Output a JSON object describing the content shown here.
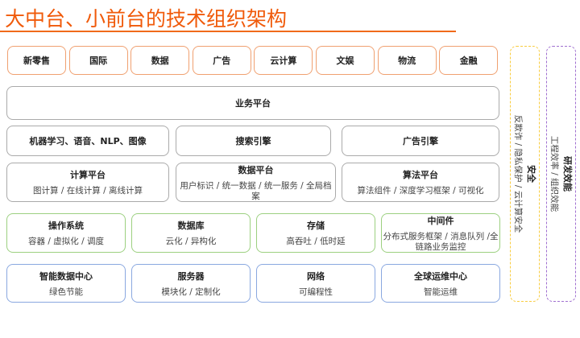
{
  "title": "大中台、小前台的技术组织架构",
  "front": [
    "新零售",
    "国际",
    "数据",
    "广告",
    "云计算",
    "文娱",
    "物流",
    "金融"
  ],
  "business": "业务平台",
  "engines": [
    "机器学习、语音、NLP、图像",
    "搜索引擎",
    "广告引擎"
  ],
  "platforms": [
    {
      "title": "计算平台",
      "sub": "图计算 / 在线计算 / 离线计算"
    },
    {
      "title": "数据平台",
      "sub": "用户标识 / 统一数据 / 统一服务 / 全局档案"
    },
    {
      "title": "算法平台",
      "sub": "算法组件 / 深度学习框架 / 可视化"
    }
  ],
  "infra": [
    {
      "title": "操作系统",
      "sub": "容器 / 虚拟化 / 调度"
    },
    {
      "title": "数据库",
      "sub": "云化 / 异构化"
    },
    {
      "title": "存储",
      "sub": "高吞吐 / 低时延"
    },
    {
      "title": "中间件",
      "sub": "分布式服务框架 / 消息队列 /全链路业务监控"
    }
  ],
  "hardware": [
    {
      "title": "智能数据中心",
      "sub": "绿色节能"
    },
    {
      "title": "服务器",
      "sub": "模块化 / 定制化"
    },
    {
      "title": "网络",
      "sub": "可编程性"
    },
    {
      "title": "全球运维中心",
      "sub": "智能运维"
    }
  ],
  "security": {
    "title": "安全",
    "sub": "反欺诈 / 隐私保护 / 云计算安全"
  },
  "rd": {
    "title": "研发效能",
    "sub": "工程效率 / 组织效能"
  },
  "colors": {
    "accent": "#f05a0a",
    "front": "#f0a070",
    "platform": "#aaaaaa",
    "infra": "#9cd080",
    "hardware": "#8aa8e0",
    "security": "#f8cc40",
    "rd": "#a070d0"
  }
}
